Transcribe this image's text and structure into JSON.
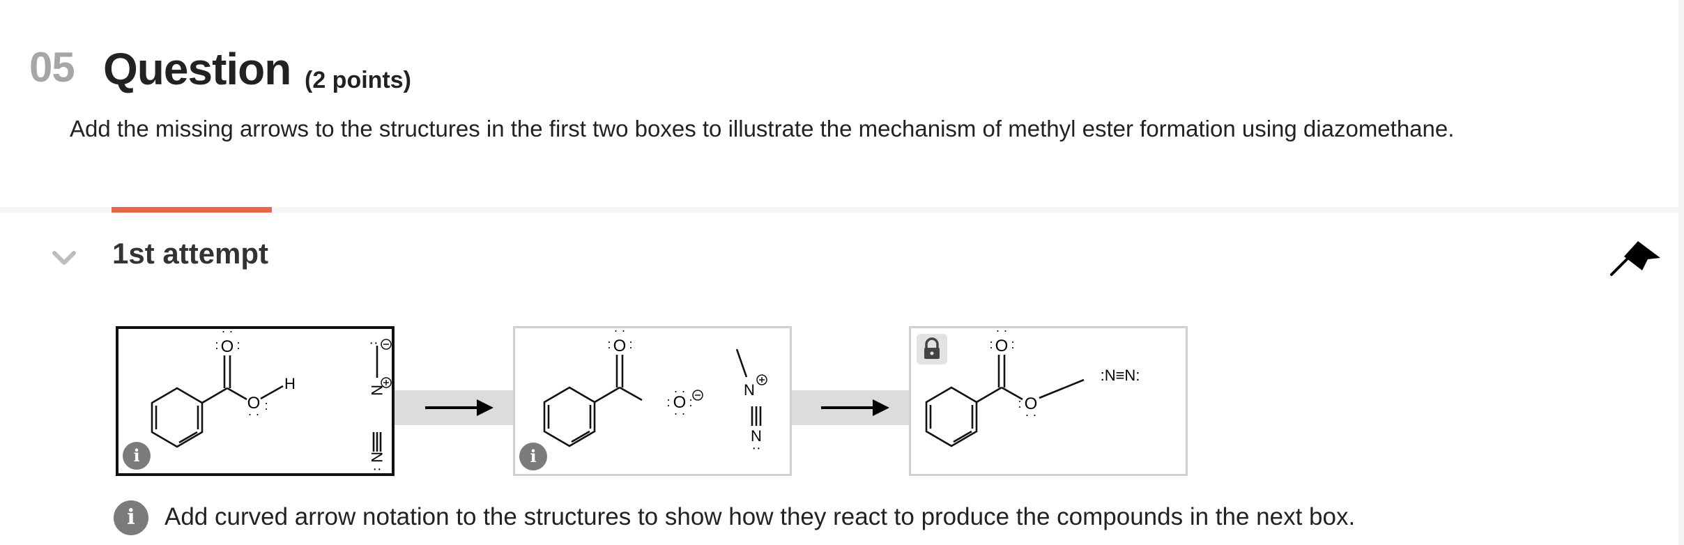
{
  "question": {
    "number": "05",
    "title": "Question",
    "points": "(2 points)",
    "prompt": "Add the missing arrows to the structures in the first two boxes to illustrate the mechanism of methyl ester formation using diazomethane."
  },
  "attempt": {
    "title": "1st attempt",
    "chevron_icon": "chevron-down-icon",
    "flag_icon": "flag-icon"
  },
  "mechanism": {
    "boxes": [
      {
        "label": "benzoic-acid-and-diazomethane",
        "active": true,
        "badge": "info-icon",
        "atoms": {
          "o_carbonyl": "O",
          "o_hydroxyl": "O",
          "h": "H",
          "n1": "N",
          "n2": "N"
        }
      },
      {
        "label": "benzoate-and-methyldiazonium",
        "active": false,
        "badge": "info-icon",
        "atoms": {
          "o_carbonyl": "O",
          "o_anion": "O",
          "n1": "N",
          "n2": "N"
        }
      },
      {
        "label": "methyl-benzoate-and-nitrogen",
        "active": false,
        "badge": "lock-icon",
        "atoms": {
          "o_carbonyl": "O",
          "o_ester": "O",
          "n2_gas": ":N≡N:"
        }
      }
    ],
    "badge_glyph": "i"
  },
  "instruction": {
    "icon": "info-icon",
    "glyph": "i",
    "text": "Add curved arrow notation to the structures to show how they react to produce the compounds in the next box."
  },
  "colors": {
    "accent": "#e8644a",
    "muted_number": "#a6a6a6",
    "badge": "#7b7b7b",
    "active_border": "#111111",
    "inactive_border": "#cfcfcf"
  }
}
